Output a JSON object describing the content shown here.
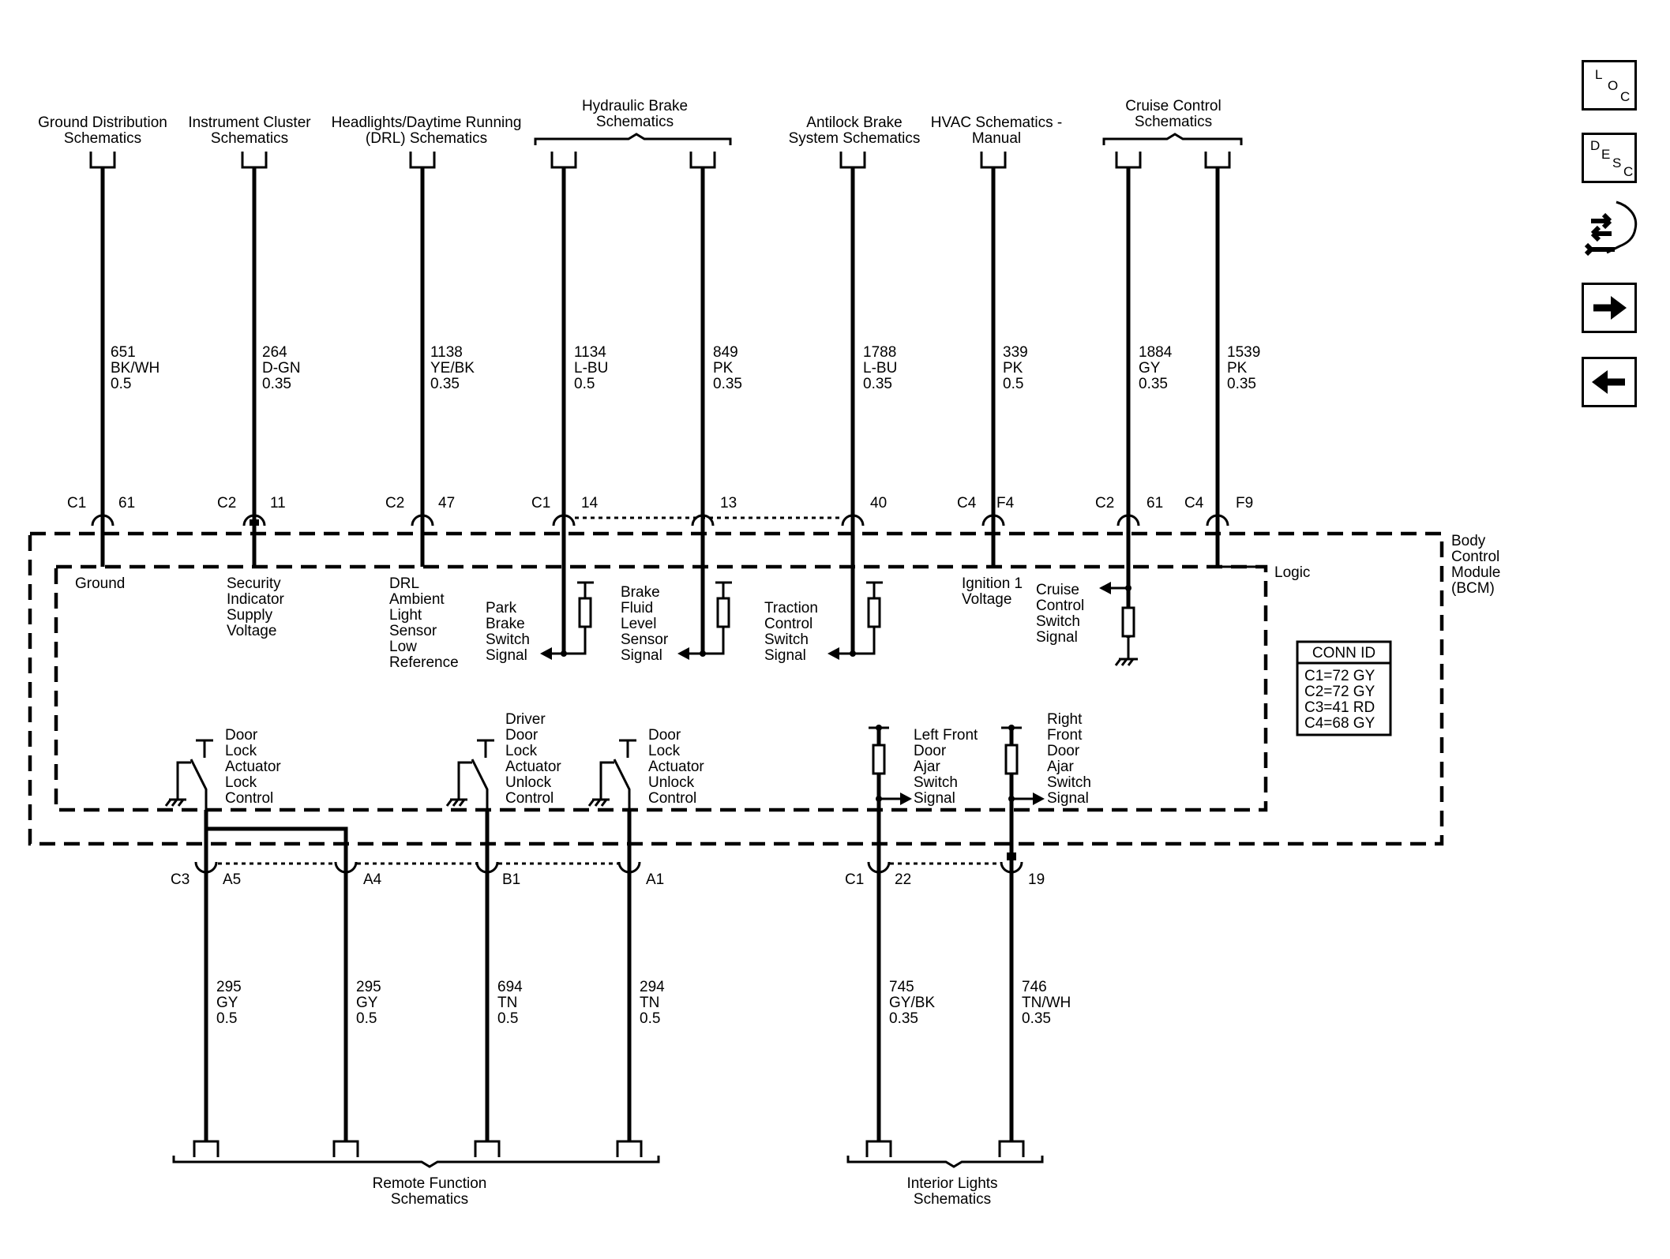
{
  "top_destinations": [
    {
      "id": "ground-distribution",
      "lines": [
        "Ground Distribution",
        "Schematics"
      ]
    },
    {
      "id": "instrument-cluster",
      "lines": [
        "Instrument Cluster",
        "Schematics"
      ]
    },
    {
      "id": "headlights-drl",
      "lines": [
        "Headlights/Daytime Running",
        "(DRL) Schematics"
      ]
    },
    {
      "id": "hydraulic-brake",
      "lines": [
        "Hydraulic Brake",
        "Schematics"
      ]
    },
    {
      "id": "antilock-brake",
      "lines": [
        "Antilock Brake",
        "System Schematics"
      ]
    },
    {
      "id": "hvac-manual",
      "lines": [
        "HVAC Schematics -",
        "Manual"
      ]
    },
    {
      "id": "cruise-control",
      "lines": [
        "Cruise Control",
        "Schematics"
      ]
    }
  ],
  "top_wires": [
    {
      "circuit": "651",
      "color": "BK/WH",
      "gauge": "0.5",
      "connector": "C1",
      "pin": "61",
      "function": [
        "Ground"
      ]
    },
    {
      "circuit": "264",
      "color": "D-GN",
      "gauge": "0.35",
      "connector": "C2",
      "pin": "11",
      "function": [
        "Security",
        "Indicator",
        "Supply",
        "Voltage"
      ]
    },
    {
      "circuit": "1138",
      "color": "YE/BK",
      "gauge": "0.35",
      "connector": "C2",
      "pin": "47",
      "function": [
        "DRL",
        "Ambient",
        "Light",
        "Sensor",
        "Low",
        "Reference"
      ]
    },
    {
      "circuit": "1134",
      "color": "L-BU",
      "gauge": "0.5",
      "connector": "C1",
      "pin": "14",
      "function": [
        "Park",
        "Brake",
        "Switch",
        "Signal"
      ]
    },
    {
      "circuit": "849",
      "color": "PK",
      "gauge": "0.35",
      "connector": "",
      "pin": "13",
      "function": [
        "Brake",
        "Fluid",
        "Level",
        "Sensor",
        "Signal"
      ]
    },
    {
      "circuit": "1788",
      "color": "L-BU",
      "gauge": "0.35",
      "connector": "",
      "pin": "40",
      "function": [
        "Traction",
        "Control",
        "Switch",
        "Signal"
      ]
    },
    {
      "circuit": "339",
      "color": "PK",
      "gauge": "0.5",
      "connector": "C4",
      "pin": "F4",
      "function": [
        "Ignition 1",
        "Voltage"
      ]
    },
    {
      "circuit": "1884",
      "color": "GY",
      "gauge": "0.35",
      "connector": "C2",
      "pin": "61",
      "function": [
        "Cruise",
        "Control",
        "Switch",
        "Signal"
      ]
    },
    {
      "circuit": "1539",
      "color": "PK",
      "gauge": "0.35",
      "connector": "C4",
      "pin": "F9",
      "function": []
    }
  ],
  "bottom_wires": [
    {
      "circuit": "295",
      "color": "GY",
      "gauge": "0.5",
      "connector": "C3",
      "pin": "A5"
    },
    {
      "circuit": "295",
      "color": "GY",
      "gauge": "0.5",
      "connector": "",
      "pin": "A4"
    },
    {
      "circuit": "694",
      "color": "TN",
      "gauge": "0.5",
      "connector": "",
      "pin": "B1"
    },
    {
      "circuit": "294",
      "color": "TN",
      "gauge": "0.5",
      "connector": "",
      "pin": "A1"
    },
    {
      "circuit": "745",
      "color": "GY/BK",
      "gauge": "0.35",
      "connector": "C1",
      "pin": "22"
    },
    {
      "circuit": "746",
      "color": "TN/WH",
      "gauge": "0.35",
      "connector": "",
      "pin": "19"
    }
  ],
  "bottom_functions": [
    [
      "Door",
      "Lock",
      "Actuator",
      "Lock",
      "Control"
    ],
    [
      "Driver",
      "Door",
      "Lock",
      "Actuator",
      "Unlock",
      "Control"
    ],
    [
      "Door",
      "Lock",
      "Actuator",
      "Unlock",
      "Control"
    ],
    [
      "Left Front",
      "Door",
      "Ajar",
      "Switch",
      "Signal"
    ],
    [
      "Right",
      "Front",
      "Door",
      "Ajar",
      "Switch",
      "Signal"
    ]
  ],
  "bottom_destinations": [
    {
      "id": "remote-function",
      "lines": [
        "Remote Function",
        "Schematics"
      ]
    },
    {
      "id": "interior-lights",
      "lines": [
        "Interior Lights",
        "Schematics"
      ]
    }
  ],
  "module": {
    "lines": [
      "Body",
      "Control",
      "Module",
      "(BCM)"
    ],
    "logic_label": "Logic"
  },
  "conn_id": {
    "title": "CONN ID",
    "rows": [
      "C1=72 GY",
      "C2=72 GY",
      "C3=41 RD",
      "C4=68 GY"
    ]
  },
  "side_buttons": {
    "loc": [
      "L",
      "O",
      "C"
    ],
    "desc": [
      "D",
      "E",
      "S",
      "C"
    ]
  }
}
